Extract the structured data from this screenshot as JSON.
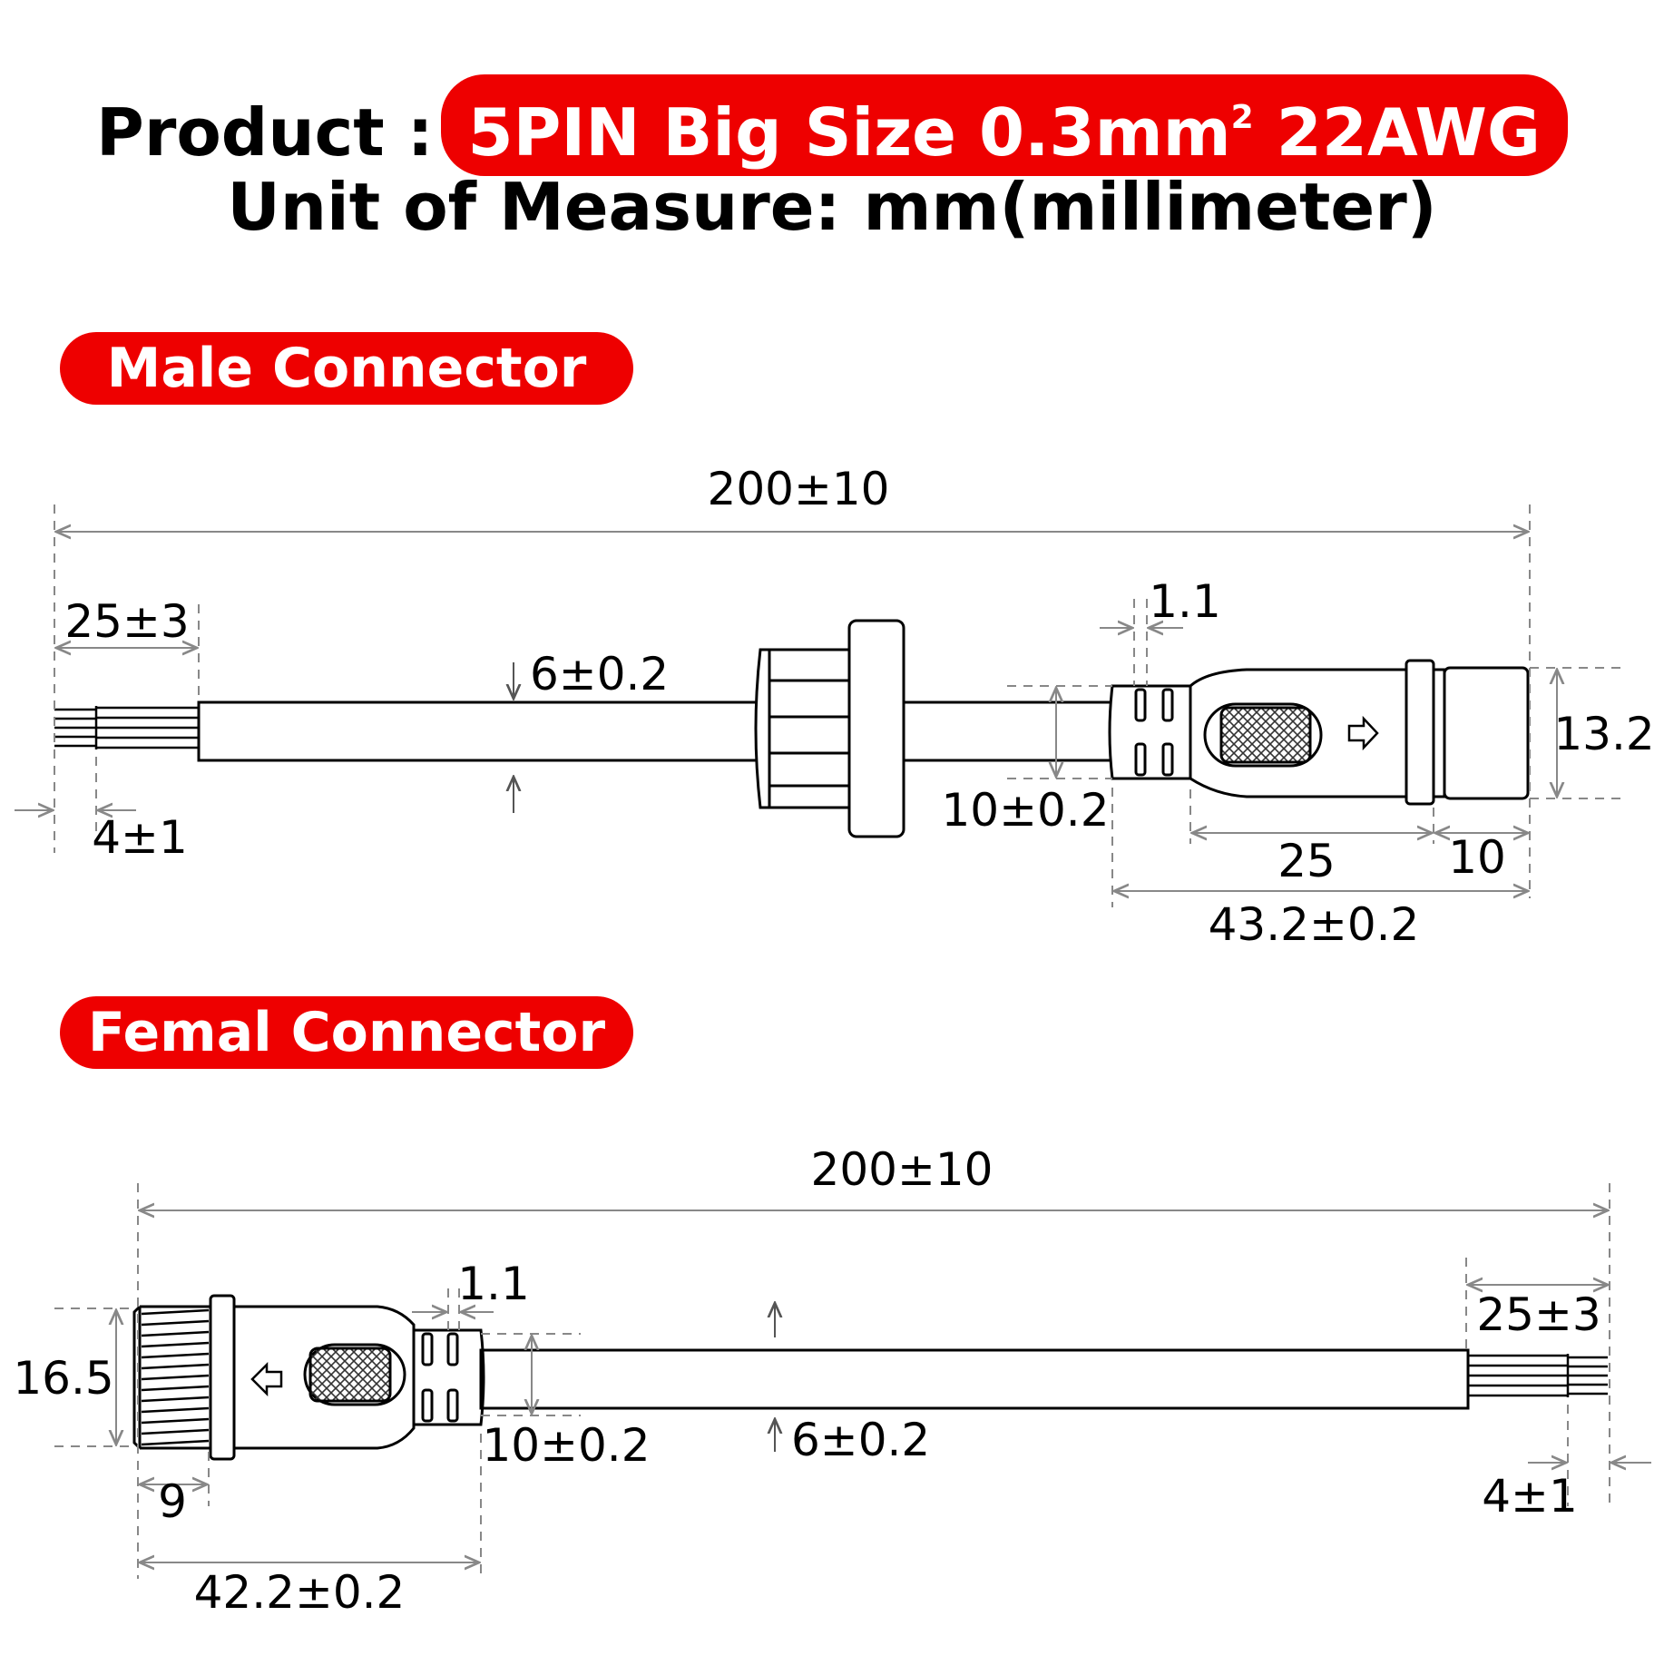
{
  "header": {
    "product_label": "Product :",
    "product_value": "5PIN Big Size  0.3mm",
    "product_sup": "2",
    "product_awg": " 22AWG",
    "unit_line": "Unit of Measure:  mm(millimeter)"
  },
  "colors": {
    "accent": "#ee0000",
    "line": "#000000",
    "dim_line": "#888888"
  },
  "male": {
    "title": "Male Connector",
    "dims": {
      "total": "200±10",
      "strip": "25±3",
      "tin": "4±1",
      "cable": "6±0.2",
      "neck": "10±0.2",
      "gap": "1.1",
      "body": "25",
      "head": "10",
      "length": "43.2±0.2",
      "height": "13.2"
    }
  },
  "female": {
    "title": "Femal Connector",
    "dims": {
      "total": "200±10",
      "strip": "25±3",
      "tin": "4±1",
      "cable": "6±0.2",
      "neck": "10±0.2",
      "gap": "1.1",
      "thread": "9",
      "length": "42.2±0.2",
      "height": "16.5"
    }
  }
}
